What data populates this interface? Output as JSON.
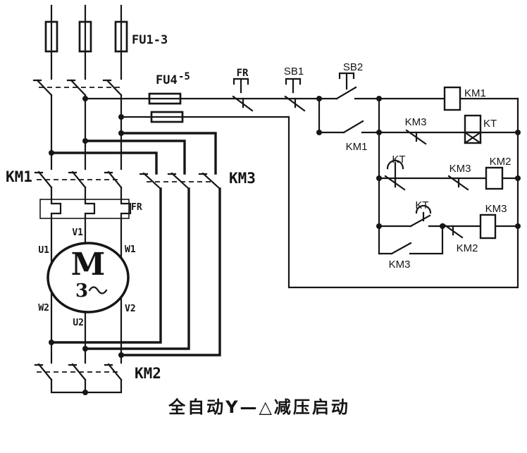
{
  "title": "全自动Y—△减压启动",
  "colors": {
    "line": "#161616",
    "background": "#ffffff"
  },
  "power": {
    "fu13": "FU1-3",
    "fu4": "FU4",
    "fu45_sub": "-5",
    "km1": "KM1",
    "km3": "KM3",
    "km2": "KM2",
    "fr": "FR",
    "motor_letter": "M",
    "motor_phase": "3",
    "t_u1": "U1",
    "t_v1": "V1",
    "t_w1": "W1",
    "t_w2": "W2",
    "t_u2": "U2",
    "t_v2": "V2"
  },
  "control": {
    "fr": "FR",
    "sb1": "SB1",
    "sb2": "SB2",
    "km1_seal": "KM1",
    "km1_coil": "KM1",
    "km3_nc_rung2": "KM3",
    "kt_coil": "KT",
    "kt_nc": "KT",
    "km3_nc_rung3": "KM3",
    "km2_coil": "KM2",
    "kt_no": "KT",
    "km2_nc": "KM2",
    "km3_coil": "KM3",
    "km3_seal": "KM3"
  }
}
